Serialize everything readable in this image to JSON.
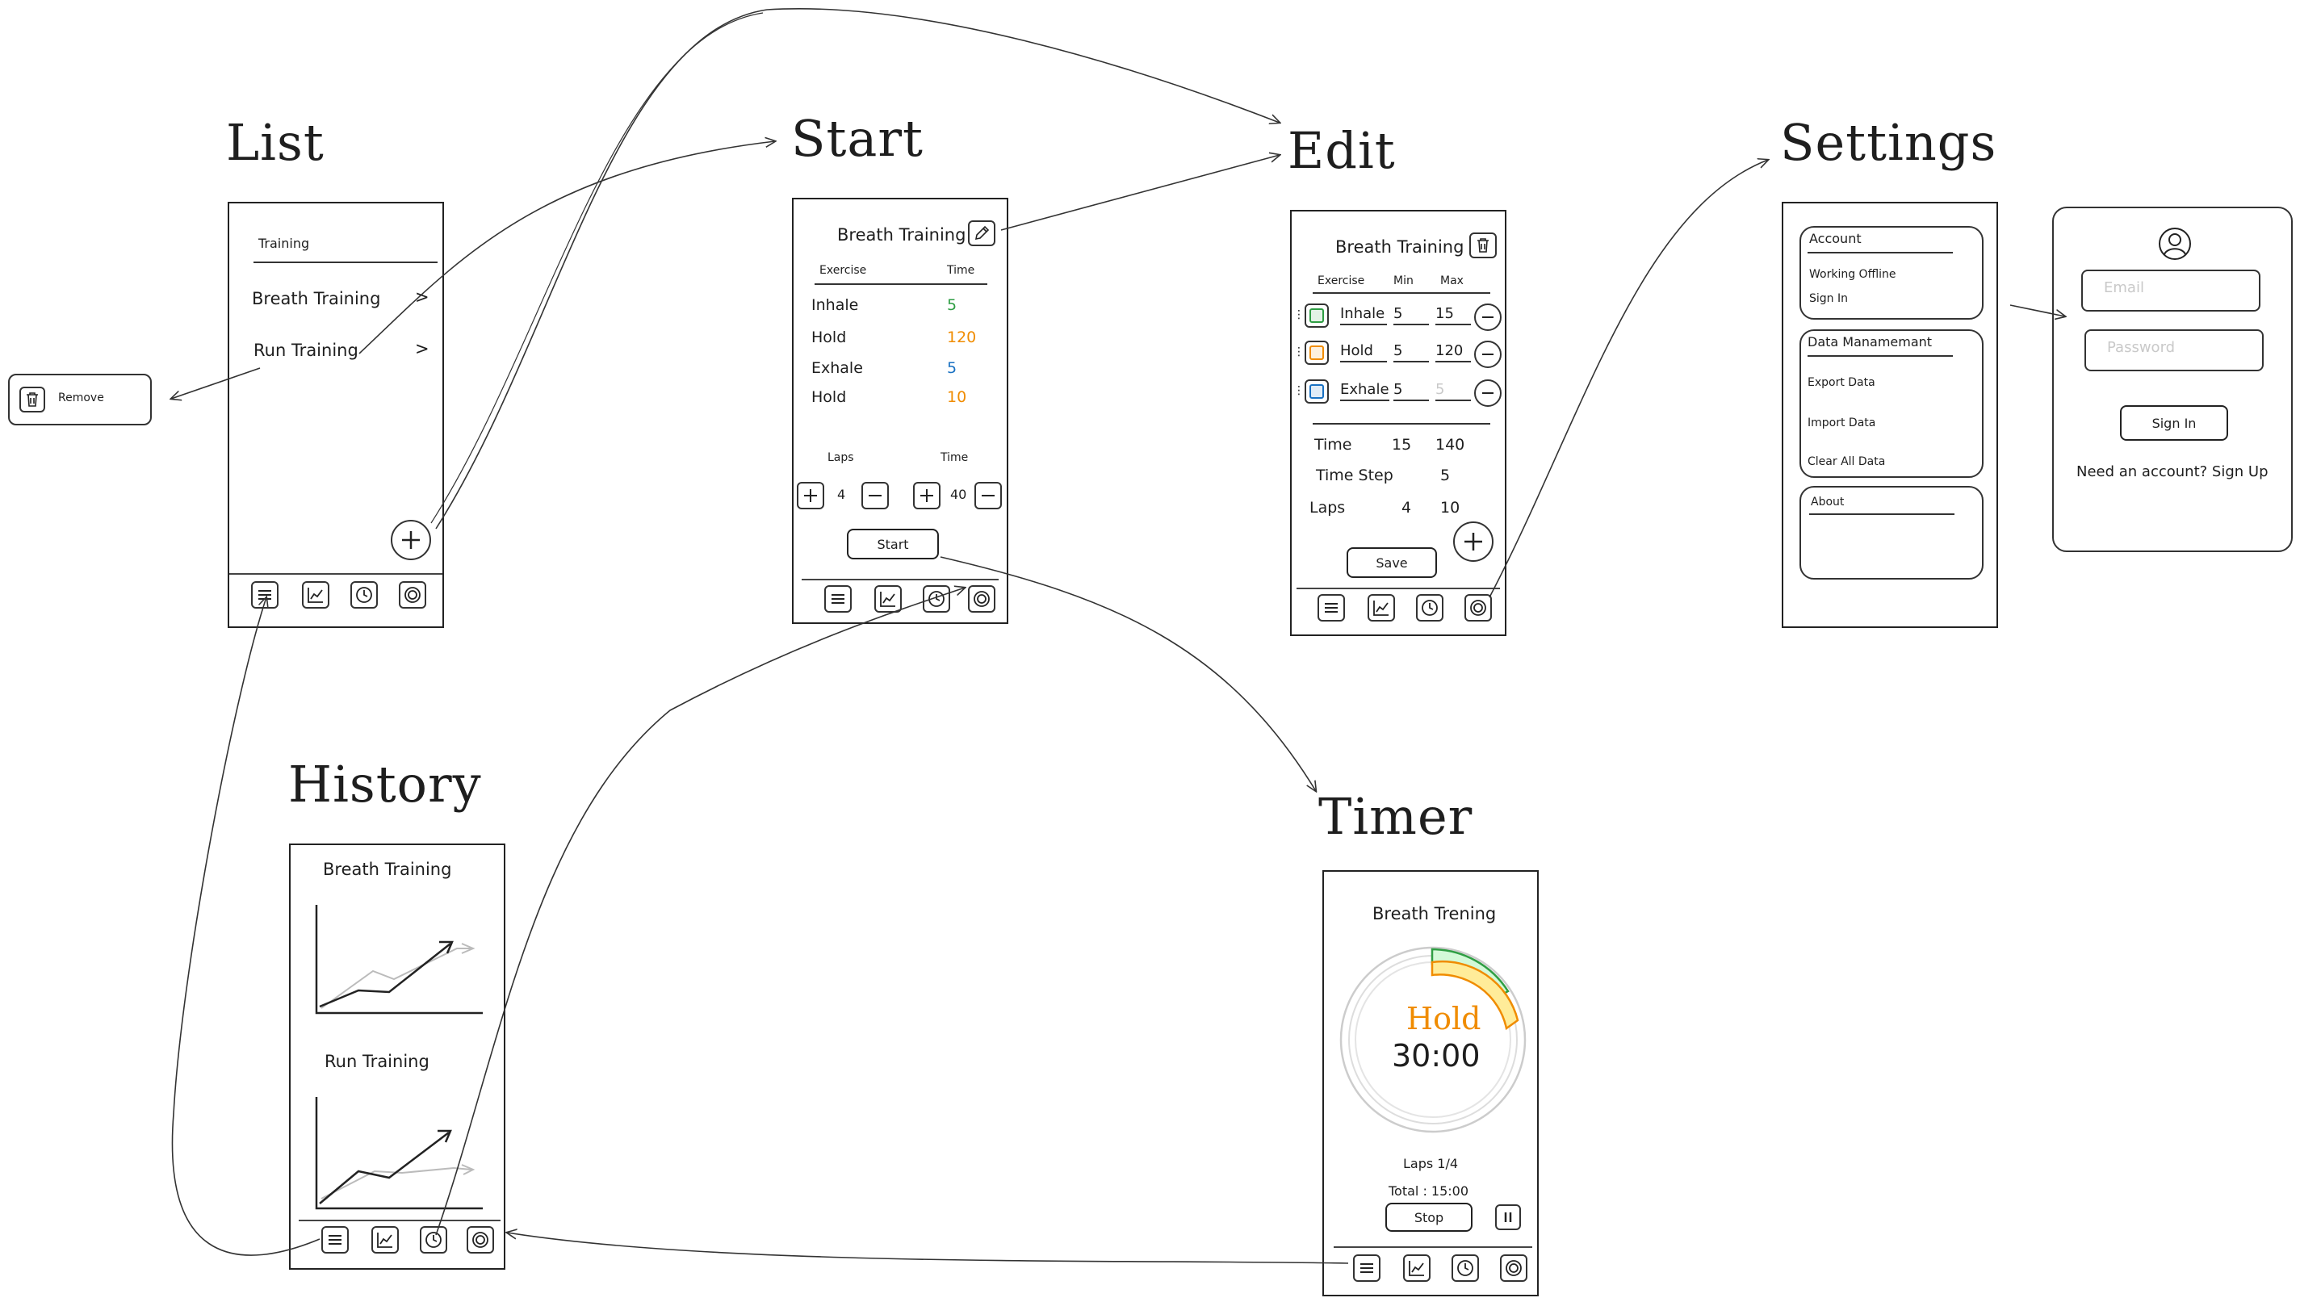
{
  "titles": {
    "list": "List",
    "start": "Start",
    "edit": "Edit",
    "settings": "Settings",
    "history": "History",
    "timer": "Timer"
  },
  "list": {
    "header": "Training",
    "items": [
      {
        "label": "Breath Training",
        "chevron": ">"
      },
      {
        "label": "Run Training",
        "chevron": ">"
      }
    ],
    "remove_label": "Remove",
    "add_icon": "plus-icon"
  },
  "start": {
    "title": "Breath Training",
    "col_exercise": "Exercise",
    "col_time": "Time",
    "rows": [
      {
        "name": "Inhale",
        "value": "5",
        "color": "#2f9e44"
      },
      {
        "name": "Hold",
        "value": "120",
        "color": "#f08c00"
      },
      {
        "name": "Exhale",
        "value": "5",
        "color": "#1971c2"
      },
      {
        "name": "Hold",
        "value": "10",
        "color": "#f08c00"
      }
    ],
    "laps_label": "Laps",
    "time_label": "Time",
    "laps_value": "4",
    "time_value": "40",
    "start_button": "Start"
  },
  "edit": {
    "title": "Breath Training",
    "col_exercise": "Exercise",
    "col_min": "Min",
    "col_max": "Max",
    "rows": [
      {
        "name": "Inhale",
        "min": "5",
        "max": "15",
        "color": "#2f9e44"
      },
      {
        "name": "Hold",
        "min": "5",
        "max": "120",
        "color": "#f08c00"
      },
      {
        "name": "Exhale",
        "min": "5",
        "max": "5",
        "color": "#1971c2"
      }
    ],
    "summary": [
      {
        "label": "Time",
        "a": "15",
        "b": "140"
      },
      {
        "label": "Time Step",
        "a": "",
        "b": "5"
      },
      {
        "label": "Laps",
        "a": "4",
        "b": "10"
      }
    ],
    "save_button": "Save"
  },
  "settings": {
    "account": {
      "title": "Account",
      "items": [
        "Working Offline",
        "Sign In"
      ]
    },
    "data": {
      "title": "Data Manamemant",
      "items": [
        "Export Data",
        "Import Data",
        "Clear All Data"
      ]
    },
    "about": {
      "title": "About"
    },
    "login": {
      "email_placeholder": "Email",
      "password_placeholder": "Password",
      "sign_in": "Sign In",
      "signup_text": "Need an account? Sign Up"
    }
  },
  "history": {
    "charts": [
      {
        "title": "Breath Training"
      },
      {
        "title": "Run Training"
      }
    ]
  },
  "timer": {
    "title": "Breath Trening",
    "phase": "Hold",
    "clock": "30:00",
    "laps": "Laps 1/4",
    "total": "Total : 15:00",
    "stop_button": "Stop"
  },
  "colors": {
    "green": "#2f9e44",
    "orange": "#f08c00",
    "blue": "#1971c2",
    "stroke": "#1e1e1e"
  },
  "tab_icons": [
    "list-icon",
    "chart-icon",
    "history-clock-icon",
    "settings-icon"
  ]
}
